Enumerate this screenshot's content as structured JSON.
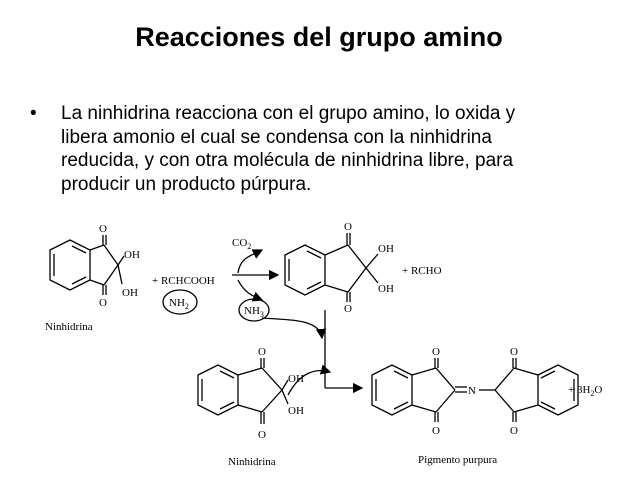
{
  "slide": {
    "title": "Reacciones del grupo amino",
    "bullet_lines": [
      "La ninhidrina reacciona con el grupo amino, lo oxida y",
      "libera amonio el cual se condensa con la ninhidrina",
      "reducida, y con otra molécula de ninhidrina libre, para",
      "producir un producto púrpura."
    ],
    "bullet_symbol": "•"
  },
  "scheme": {
    "o_label": "O",
    "oh_label": "OH",
    "n_label": "N",
    "plus_rchcooh": "+ RCHCOOH",
    "nh2": "NH",
    "nh2_sub": "2",
    "co2": "CO",
    "co2_sub": "2",
    "nh3": "NH",
    "nh3_sub": "3",
    "plus_rcho": "+ RCHO",
    "plus_3h2o_a": "+ 3H",
    "plus_3h2o_sub": "2",
    "plus_3h2o_b": "O",
    "label_ninhidrina_1": "Ninhidrina",
    "label_ninhidrina_2": "Ninhidrina",
    "label_pigmento": "Pigmento purpura"
  }
}
